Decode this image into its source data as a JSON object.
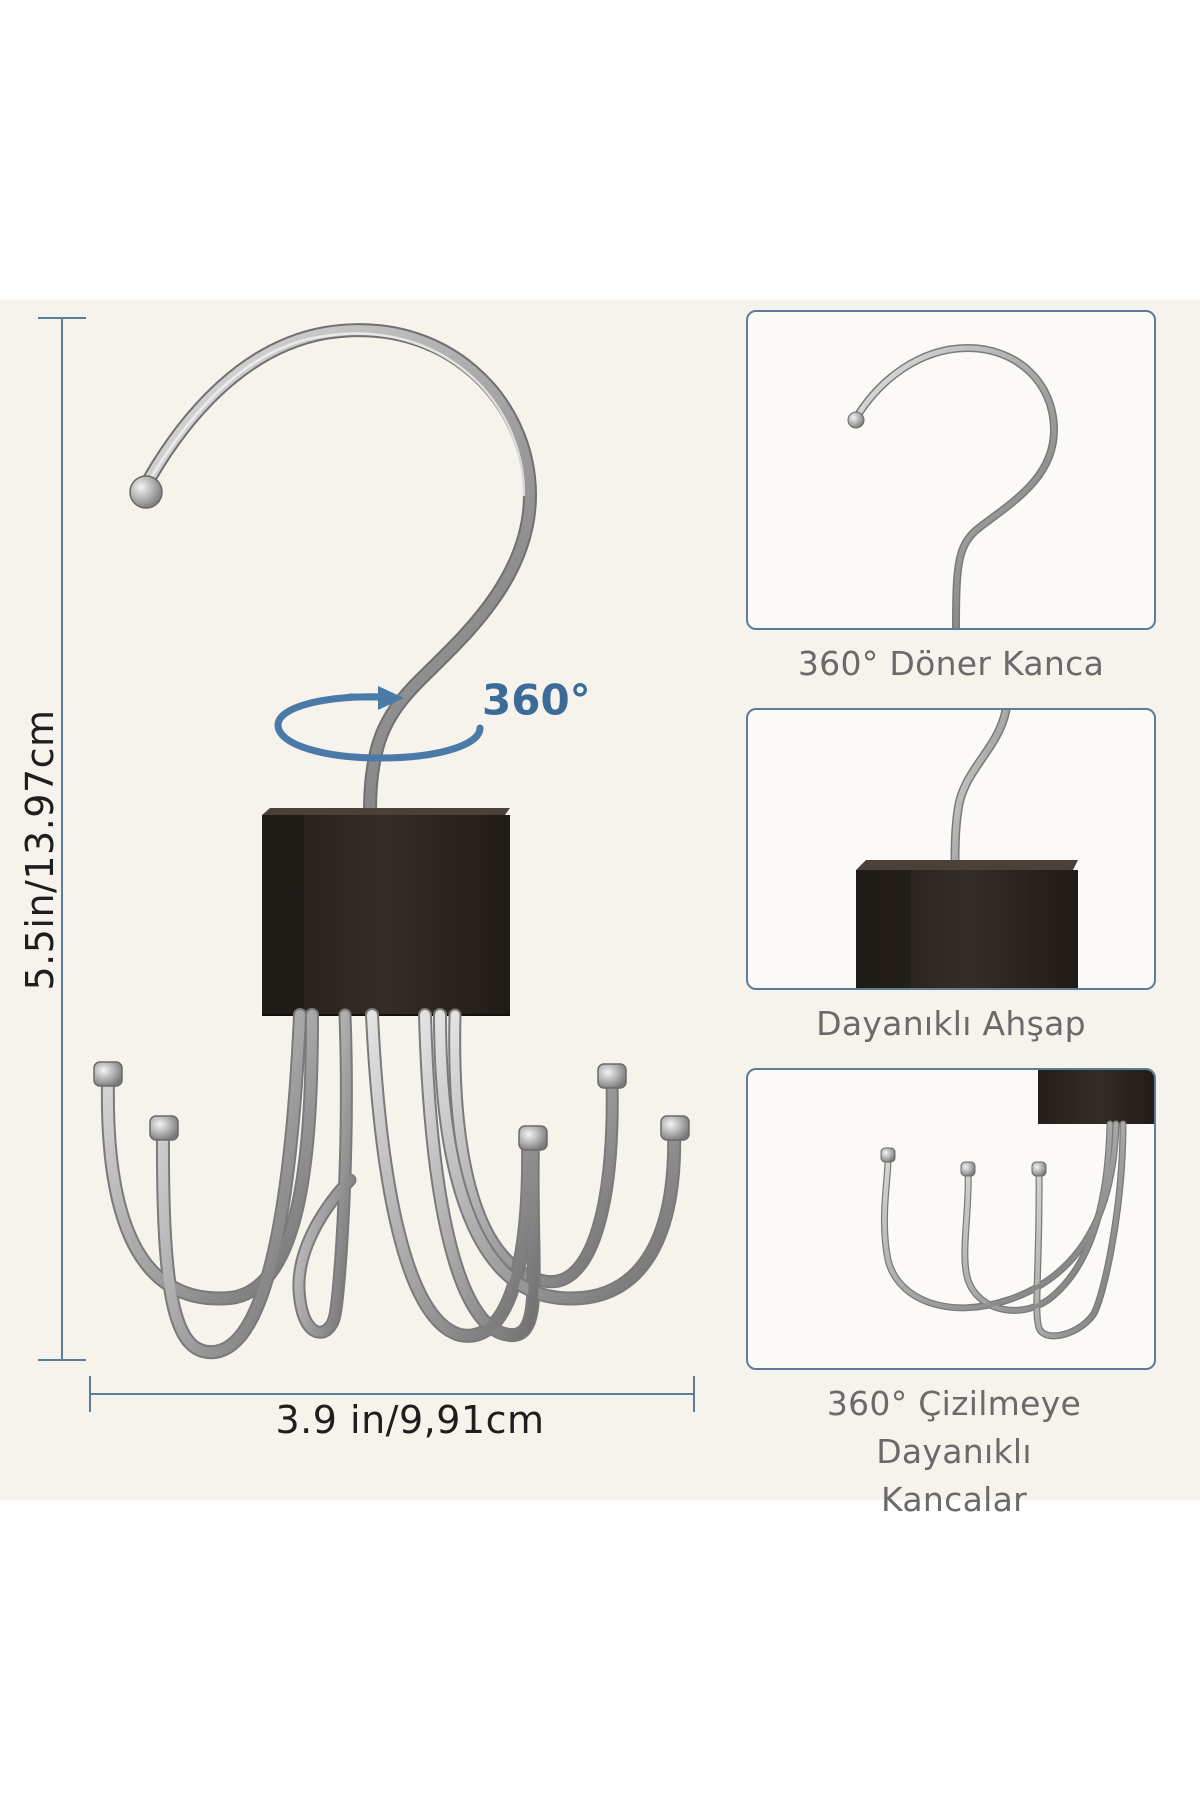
{
  "dimensions": {
    "height": "5.5in/13.97cm",
    "width": "3.9 in/9,91cm"
  },
  "rotation_label": "360°",
  "features": [
    {
      "caption": "360° Döner Kanca"
    },
    {
      "caption": "Dayanıklı Ahşap"
    },
    {
      "caption_line1": "360° Çizilmeye Dayanıklı",
      "caption_line2": "Kancalar"
    }
  ],
  "colors": {
    "background": "#f6f3ed",
    "accent": "#5b7d9a",
    "rotation_arrow": "#4a7aa8",
    "wood": "#2e2822",
    "metal": "#c4c4c4"
  }
}
